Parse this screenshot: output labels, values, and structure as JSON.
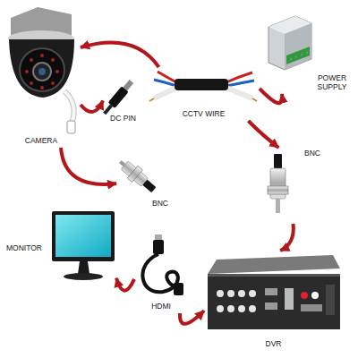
{
  "diagram": {
    "nodes": [
      {
        "text": [
          "CAMERA"
        ]
      },
      {
        "text": [
          "DC PIN"
        ]
      },
      {
        "text": [
          "BNC"
        ]
      },
      {
        "text": [
          "CCTV WIRE"
        ]
      },
      {
        "text": [
          "POWER SUPPLY"
        ]
      },
      {
        "text": [
          "BNC"
        ]
      },
      {
        "text": [
          "MONITOR"
        ]
      },
      {
        "text": [
          "HDMI"
        ]
      },
      {
        "text": [
          "DVR"
        ]
      }
    ],
    "edges": [
      {
        "from": 3,
        "to": 0,
        "arrow": "to"
      },
      {
        "from": 3,
        "to": 4,
        "arrow": "to"
      },
      {
        "from": 0,
        "to": 1,
        "arrow": "to"
      },
      {
        "from": 0,
        "to": 2,
        "arrow": "to"
      },
      {
        "from": 3,
        "to": 5,
        "arrow": "to"
      },
      {
        "from": 5,
        "to": 8,
        "arrow": "to"
      },
      {
        "from": 7,
        "to": 8,
        "arrow": "to"
      },
      {
        "from": 7,
        "to": 6,
        "arrow": "to"
      }
    ]
  }
}
